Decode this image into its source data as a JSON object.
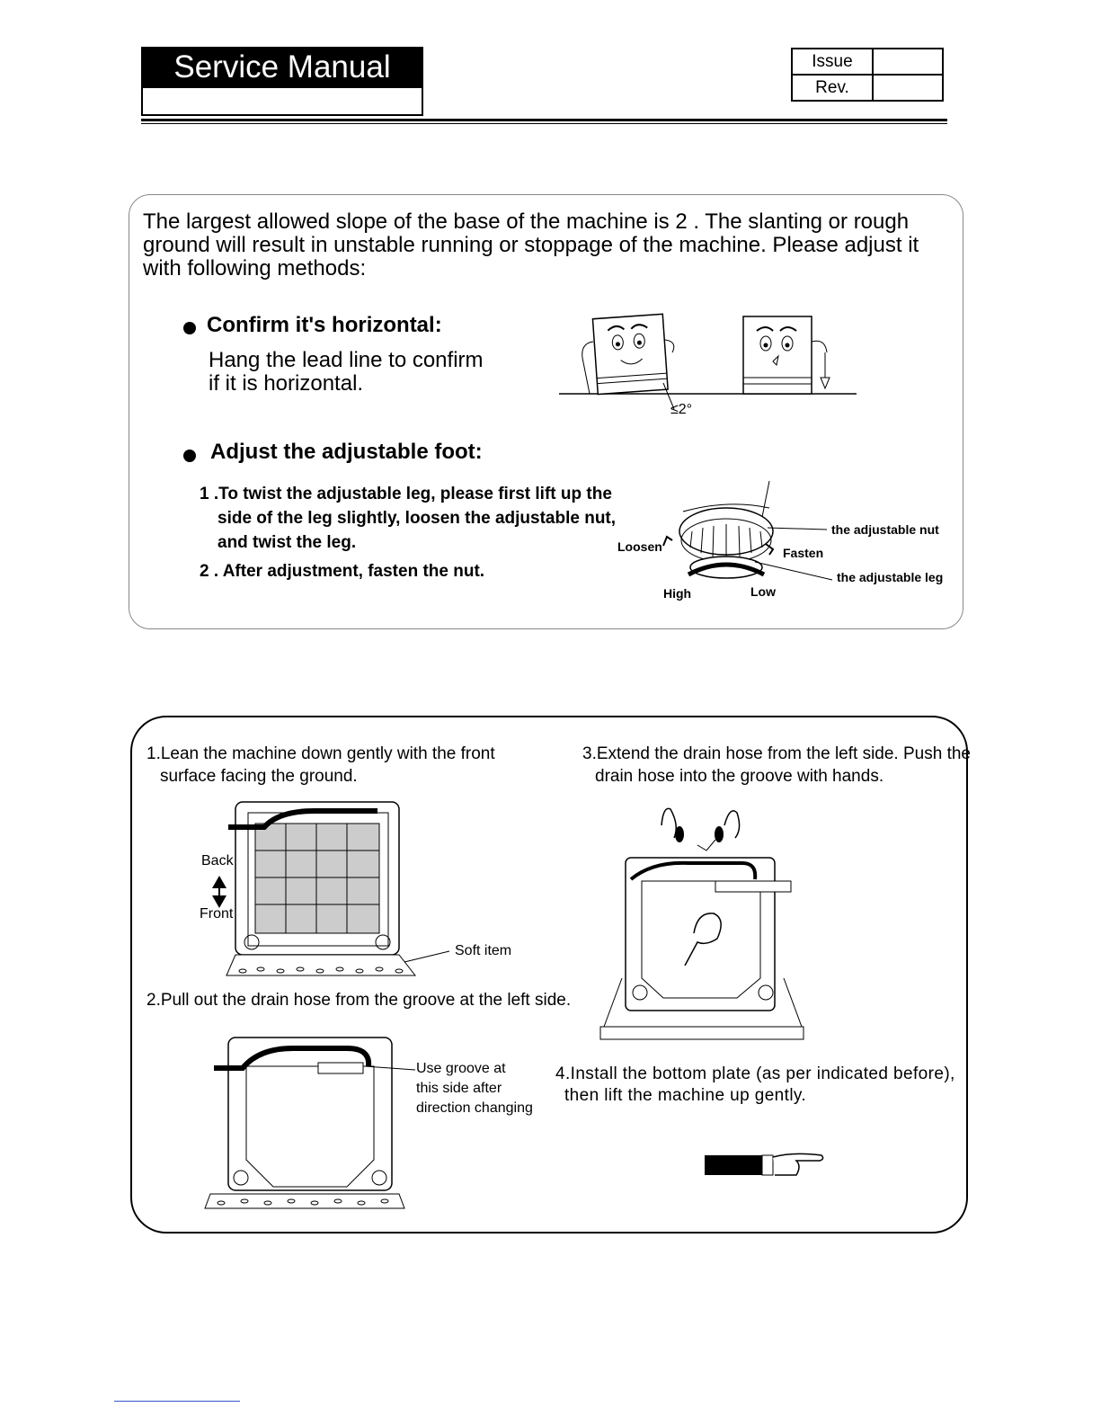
{
  "header": {
    "title": "Service Manual",
    "issue_label": "Issue",
    "rev_label": "Rev."
  },
  "slope_panel": {
    "intro": "The largest allowed slope of the base of the machine is 2 . The slanting or rough ground will result in unstable running or stoppage of the machine. Please adjust it with following methods:",
    "confirm_heading": "Confirm it's horizontal:",
    "confirm_text_1": "Hang the lead line to confirm",
    "confirm_text_2": "if it is horizontal.",
    "angle_label": "≤2°",
    "adjust_heading": "Adjust the adjustable foot:",
    "adjust_step1_line1": "1 .To twist the adjustable leg, please first lift up the",
    "adjust_step1_line2": "side of the leg slightly, loosen the adjustable nut,",
    "adjust_step1_line3": "and twist the leg.",
    "adjust_step2": "2 . After adjustment, fasten the nut.",
    "diagram_labels": {
      "nut": "the adjustable nut",
      "leg": "the adjustable leg",
      "loosen": "Loosen",
      "fasten": "Fasten",
      "high": "High",
      "low": "Low"
    }
  },
  "hose_panel": {
    "step1_line1": "1.Lean the machine down gently with the front",
    "step1_line2": "surface facing the ground.",
    "back_label": "Back",
    "front_label": "Front",
    "soft_item_label": "Soft item",
    "step2": "2.Pull out the drain hose from the groove at the left side.",
    "groove_note_1": "Use groove at",
    "groove_note_2": "this side after",
    "groove_note_3": "direction changing",
    "step3_line1": "3.Extend the drain hose from the left side. Push the",
    "step3_line2": "drain hose into the groove with hands.",
    "step4_line1": "4.Install the bottom plate (as per indicated before),",
    "step4_line2": "then lift the machine up gently."
  }
}
